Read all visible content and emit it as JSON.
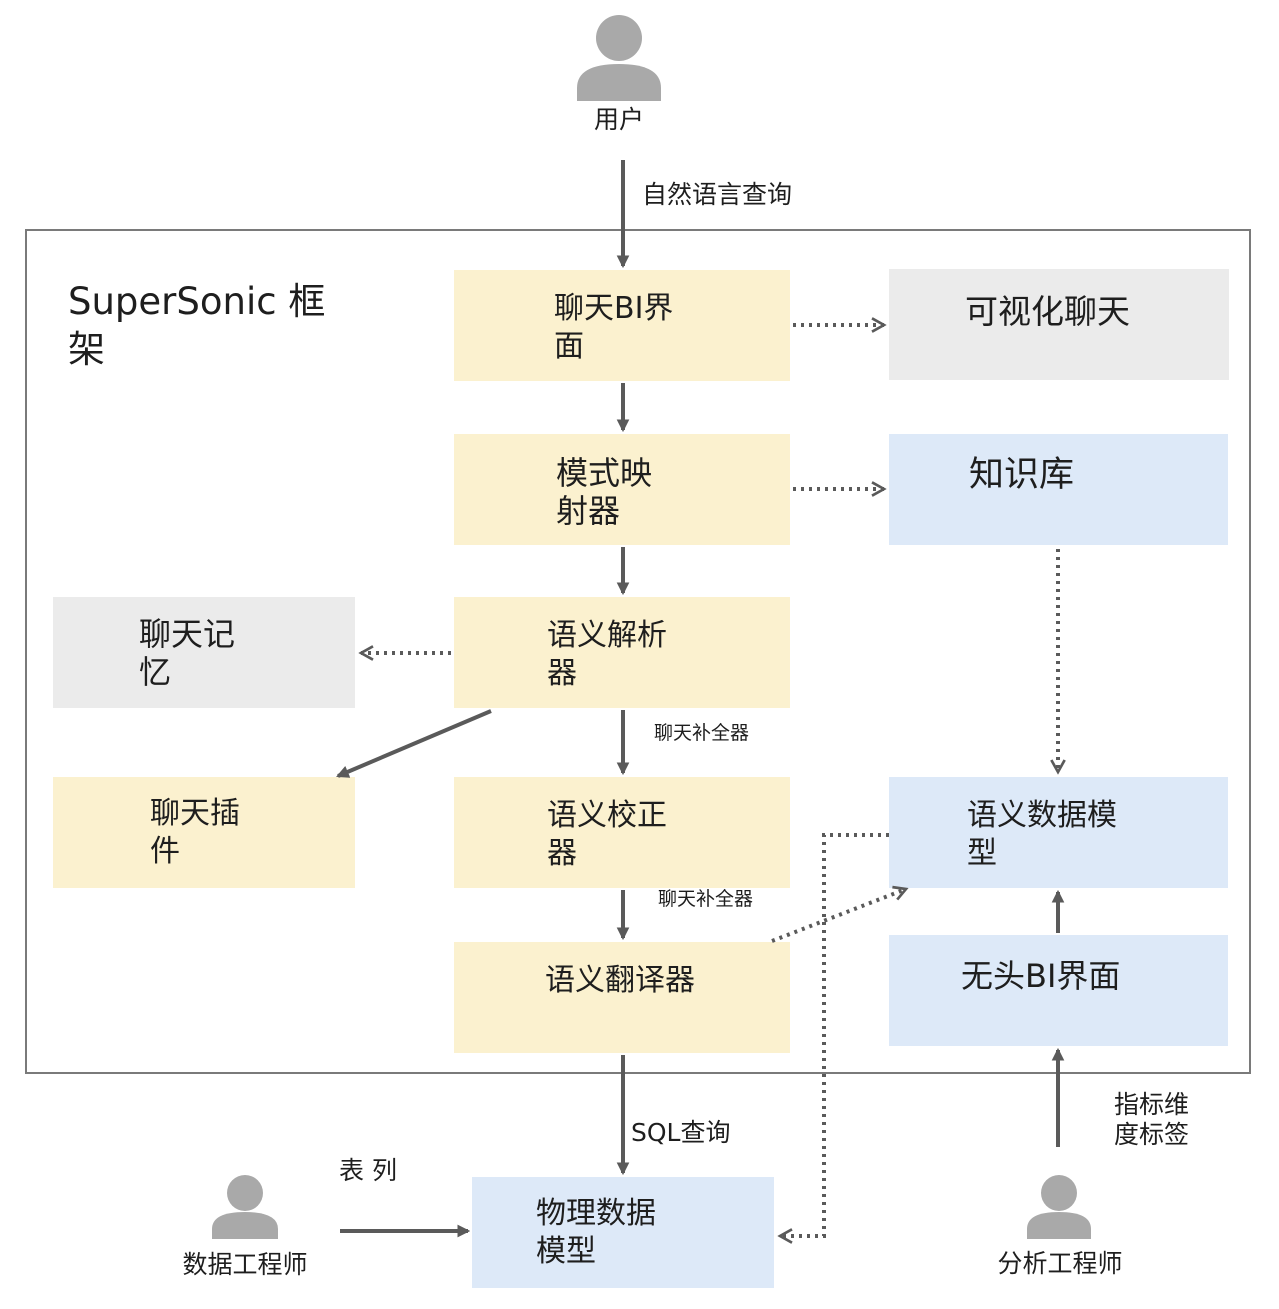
{
  "framework": {
    "title": "SuperSonic 框\n架"
  },
  "actors": {
    "user": "用户",
    "data_engineer": "数据工程师",
    "analyst_engineer": "分析工程师"
  },
  "nodes": {
    "chat_bi_ui": "聊天BI界\n面",
    "visual_chat": "可视化聊天",
    "schema_mapper": "模式映\n射器",
    "knowledge_base": "知识库",
    "semantic_parser": "语义解析\n器",
    "chat_memory": "聊天记\n忆",
    "chat_plugin": "聊天插\n件",
    "semantic_corrector": "语义校正\n器",
    "semantic_data_model": "语义数据模\n型",
    "semantic_translator": "语义翻译器",
    "headless_bi_ui": "无头BI界面",
    "physical_data_model": "物理数据\n模型"
  },
  "edge_labels": {
    "natural_language_query": "自然语言查询",
    "chat_completer_1": "聊天补全器",
    "chat_completer_2": "聊天补全器",
    "sql_query": "SQL查询",
    "table_column": "表 列",
    "metric_dimension_tags": "指标维\n度标签"
  },
  "colors": {
    "core_box": "#fbf1cf",
    "semantic_box": "#dde9f8",
    "aux_box": "#ebebeb",
    "arrow": "#5a5a5a",
    "frame": "#7a7a7a",
    "person_icon": "#a9a9a9"
  },
  "icons": [
    "person-icon",
    "person-icon",
    "person-icon"
  ]
}
